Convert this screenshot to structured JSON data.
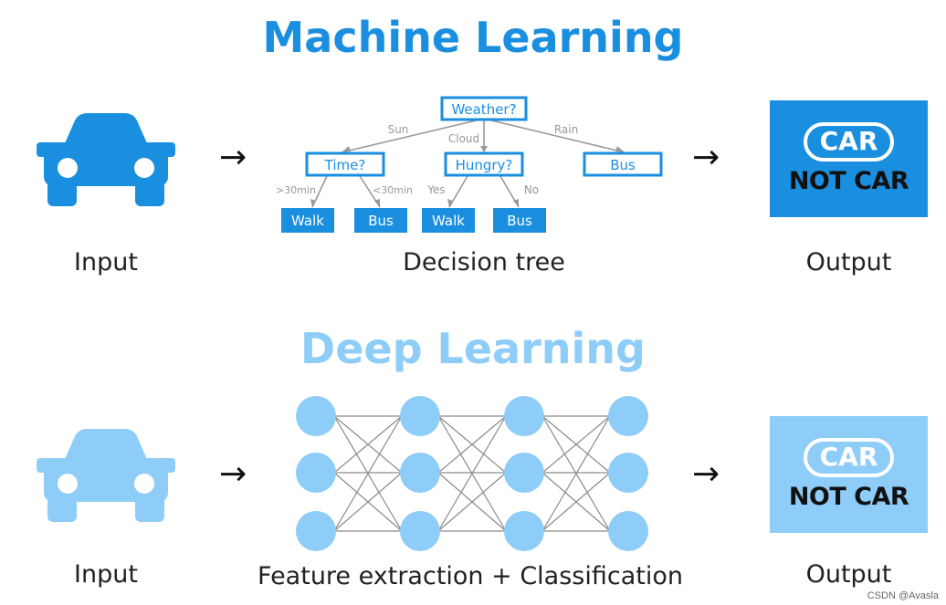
{
  "machine_learning": {
    "title": "Machine Learning",
    "input_caption": "Input",
    "method_caption": "Decision tree",
    "output_caption": "Output",
    "output_car_label": "CAR",
    "output_notcar_label": "NOT CAR",
    "decision_tree": {
      "root": "Weather?",
      "branches": [
        "Sun",
        "Cloud",
        "Rain"
      ],
      "time_node": "Time?",
      "hungry_node": "Hungry?",
      "rain_leaf": "Bus",
      "time_branches": [
        ">30min",
        "<30min"
      ],
      "hungry_branches": [
        "Yes",
        "No"
      ],
      "leaves": [
        "Walk",
        "Bus",
        "Walk",
        "Bus"
      ]
    }
  },
  "deep_learning": {
    "title": "Deep Learning",
    "input_caption": "Input",
    "method_caption": "Feature extraction + Classification",
    "output_caption": "Output",
    "output_car_label": "CAR",
    "output_notcar_label": "NOT CAR"
  },
  "watermark": "CSDN @Avasla",
  "colors": {
    "ml_blue": "#1a8fe0",
    "dl_light_blue": "#8ecdf8",
    "edge_gray": "#999999"
  },
  "icons": [
    "car-icon",
    "right-arrow-icon"
  ]
}
